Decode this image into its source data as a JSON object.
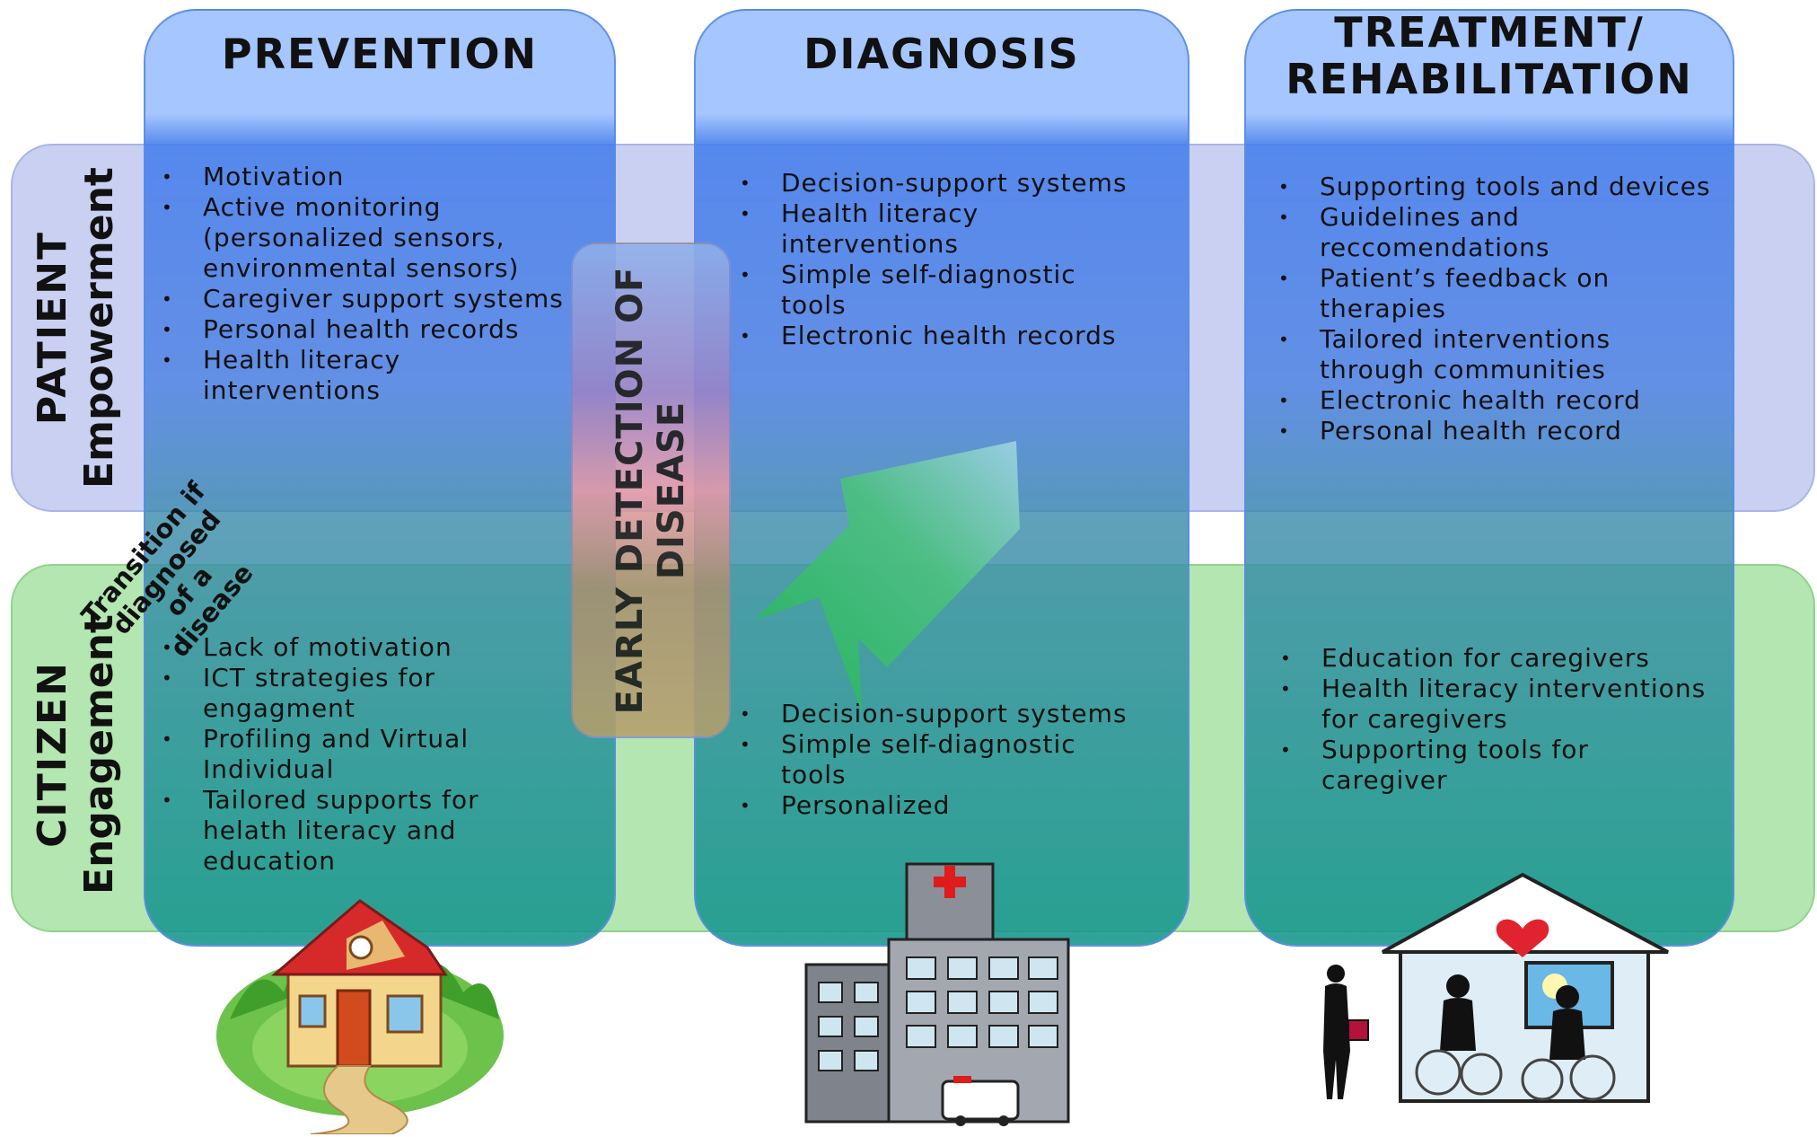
{
  "columns": {
    "prevention": {
      "title": "PREVENTION"
    },
    "diagnosis": {
      "title": "DIAGNOSIS"
    },
    "treatment": {
      "title_line1": "TREATMENT/",
      "title_line2": "REHABILITATION"
    }
  },
  "rows": {
    "patient": {
      "line1": "PATIENT",
      "line2": "Empowerment"
    },
    "citizen": {
      "line1": "CITIZEN",
      "line2": "Engagement"
    }
  },
  "cells": {
    "prevention_patient": [
      "Motivation",
      "Active monitoring (personalized sensors, environmental sensors)",
      "Caregiver support systems",
      "Personal health records",
      "Health literacy interventions"
    ],
    "diagnosis_patient": [
      "Decision-support systems",
      "Health literacy interventions",
      "Simple self-diagnostic tools",
      "Electronic health records"
    ],
    "treatment_patient": [
      "Supporting tools and devices",
      "Guidelines and reccomendations",
      "Patient’s feedback on therapies",
      "Tailored interventions through communities",
      "Electronic health record",
      "Personal health record"
    ],
    "prevention_citizen": [
      "Lack of motivation",
      "ICT strategies for engagment",
      "Profiling and Virtual Individual",
      "Tailored supports for helath literacy and education"
    ],
    "diagnosis_citizen": [
      "Decision-support systems",
      "Simple self-diagnostic tools",
      "Personalized"
    ],
    "treatment_citizen": [
      "Education for caregivers",
      "Health literacy interventions for caregivers",
      "Supporting tools for caregiver"
    ]
  },
  "early_detection": {
    "line1": "EARLY DETECTION OF",
    "line2": "DISEASE"
  },
  "transition": {
    "line1": "Transition if",
    "line2": "diagnosed of a",
    "line3": "disease"
  },
  "colors": {
    "title_band": "#a6c6ff",
    "patient_band": "#c9d0f2",
    "citizen_band": "#b3e6b0",
    "arrow": "#3dba6e"
  }
}
